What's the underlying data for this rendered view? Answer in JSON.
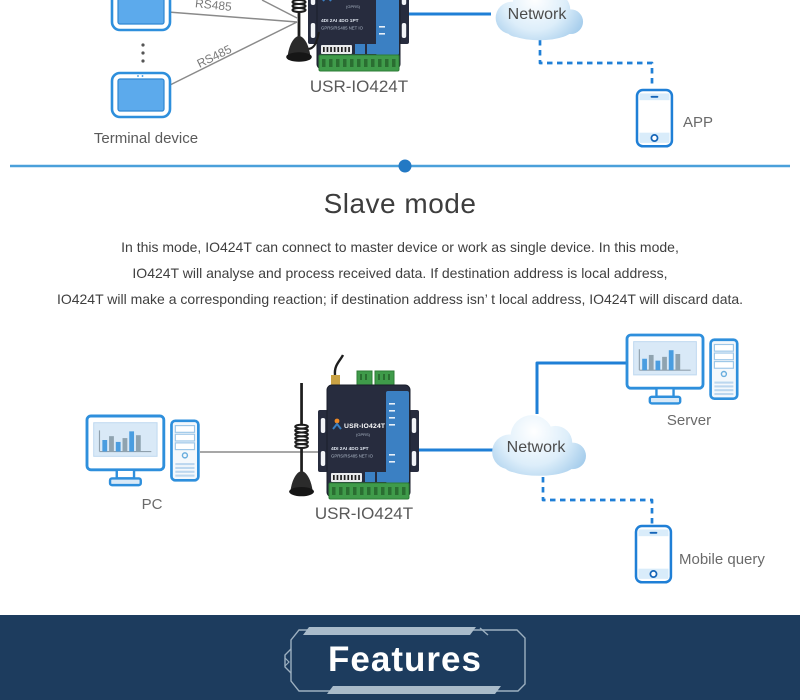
{
  "colors": {
    "accent_blue": "#1f7fd6",
    "icon_blue": "#2e8fdc",
    "divider_blue": "#4aa0da",
    "line_gray": "#8a8a8a",
    "label_gray": "#5a5a5a",
    "banner_navy": "#1d3c5e",
    "device_navy": "#272c3e",
    "device_panel_blue": "#3b80c3",
    "terminal_green": "#3f9b4a"
  },
  "top_diagram": {
    "terminal_label": "Terminal device",
    "rs485_top": "RS485",
    "rs485_bottom": "RS485",
    "device_label": "USR-IO424T",
    "network_label": "Network",
    "app_label": "APP"
  },
  "device_face": {
    "brand": "USR-IO424T",
    "sub": "(GPRS)",
    "io_line": "4DI 2AI 4DO 1PT",
    "feature_line": "GPRS/RS485 NET IO"
  },
  "section": {
    "title": "Slave mode",
    "lines": [
      "In this mode, IO424T can connect to master device or work as single device. In this mode,",
      "IO424T will analyse and process received data. If destination address is local address,",
      "IO424T will make a corresponding reaction; if destination address isn’ t local address, IO424T will discard data."
    ]
  },
  "bottom_diagram": {
    "pc_label": "PC",
    "device_label": "USR-IO424T",
    "network_label": "Network",
    "server_label": "Server",
    "mobile_label": "Mobile query"
  },
  "features_banner": {
    "title": "Features"
  }
}
